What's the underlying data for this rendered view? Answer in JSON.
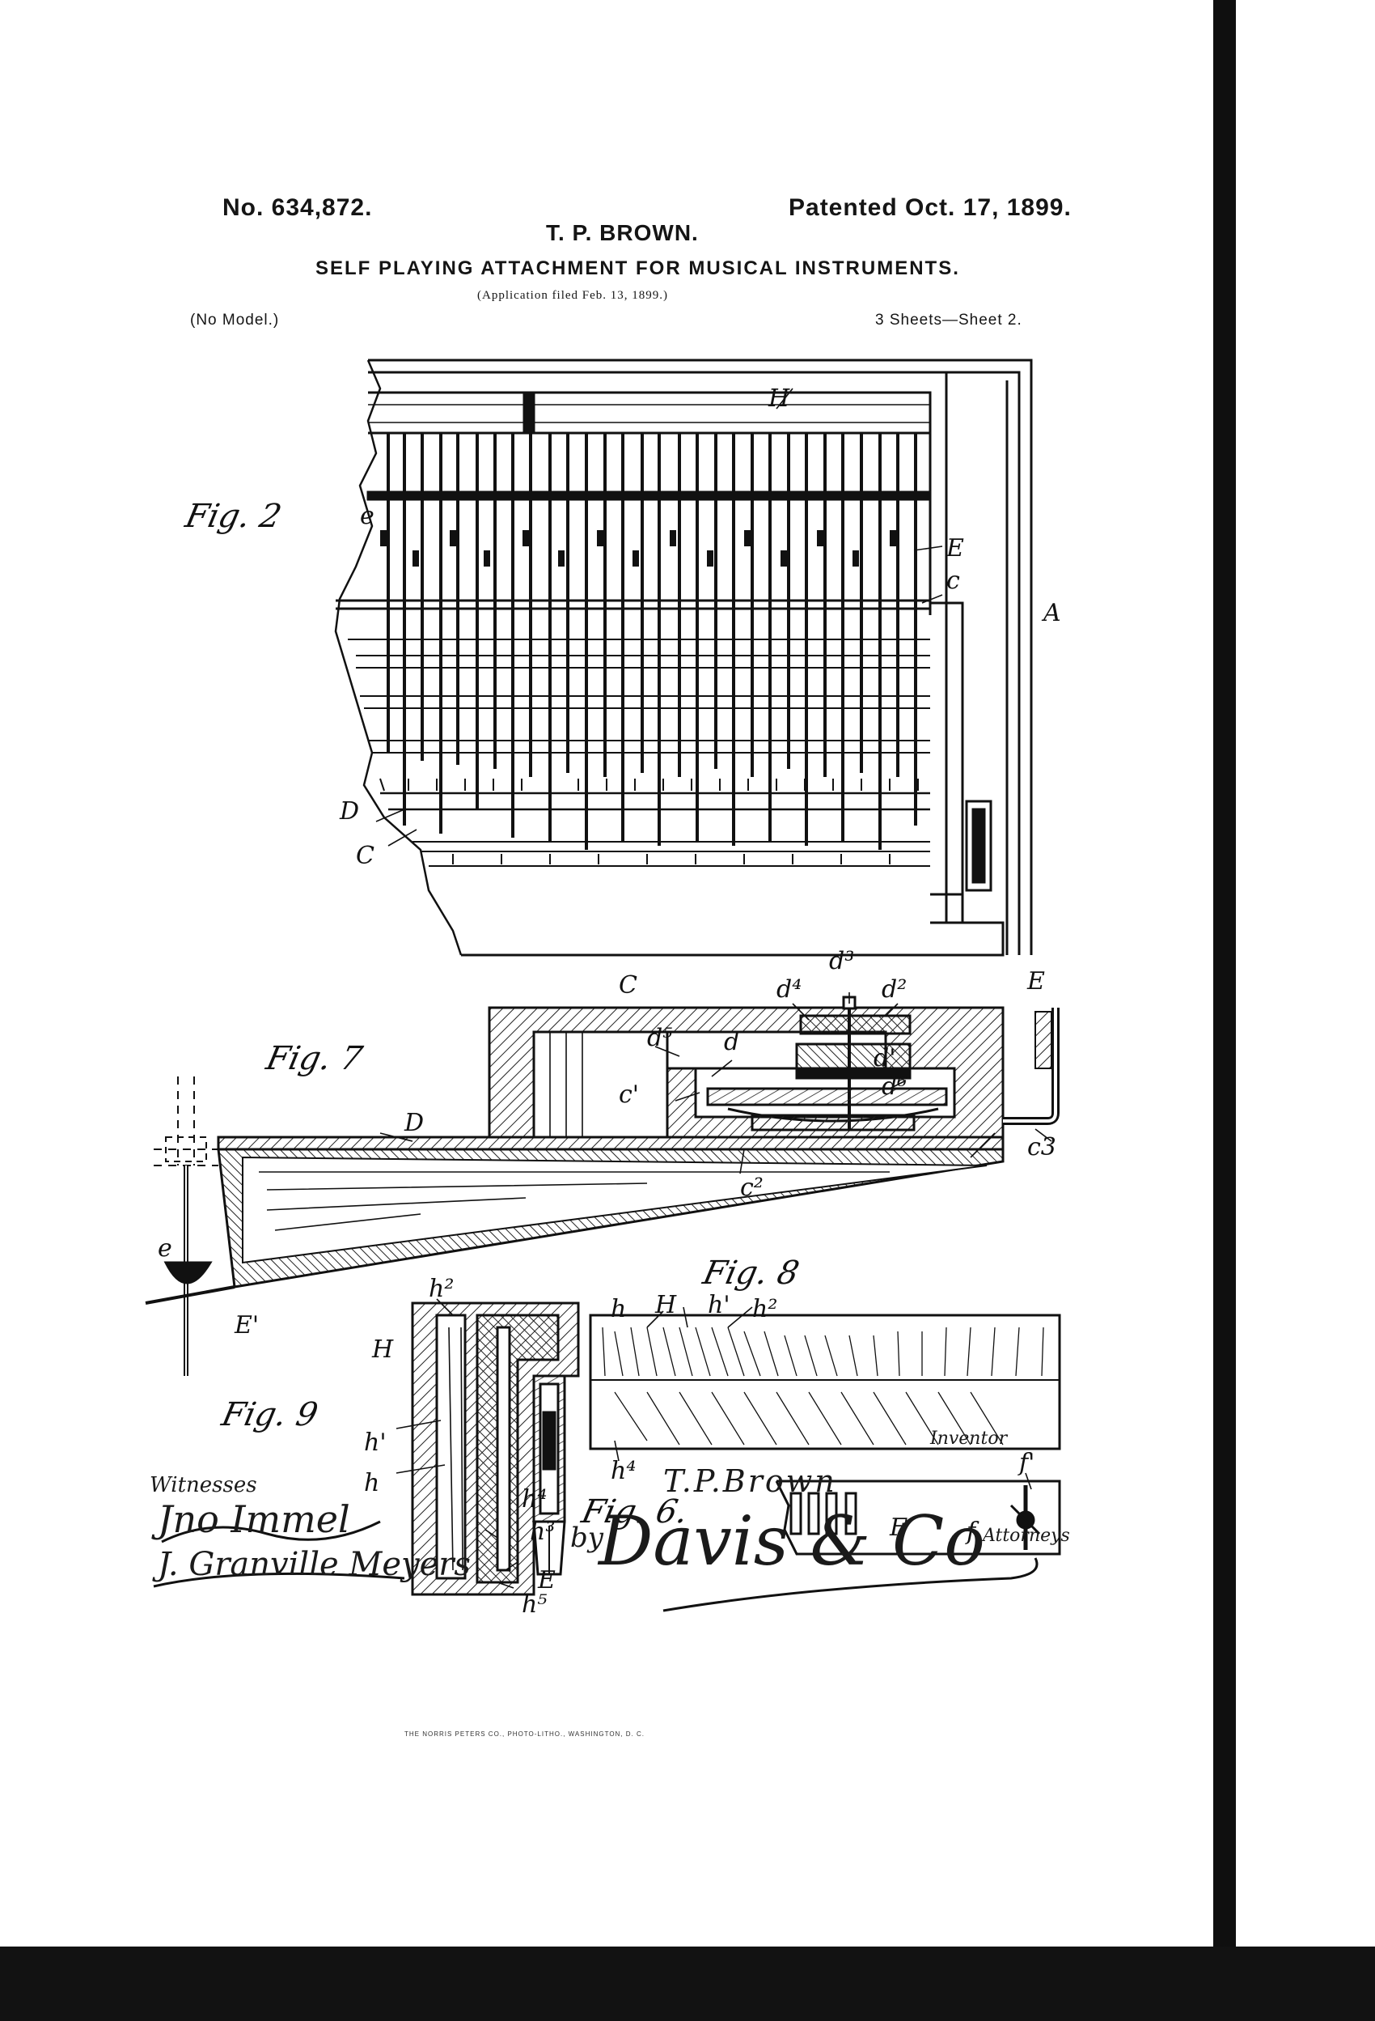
{
  "header": {
    "patent_number": "No. 634,872.",
    "patent_date": "Patented Oct. 17, 1899.",
    "inventor": "T. P. BROWN.",
    "title": "SELF PLAYING ATTACHMENT FOR MUSICAL INSTRUMENTS.",
    "application": "(Application filed Feb. 13, 1899.)",
    "model": "(No Model.)",
    "sheets": "3 Sheets—Sheet 2."
  },
  "figures": {
    "fig2": "Fig. 2",
    "fig7": "Fig. 7",
    "fig8": "Fig. 8",
    "fig9": "Fig. 9",
    "fig6": "Fig. 6."
  },
  "reference_letters": {
    "H": "H",
    "E": "E",
    "c": "c",
    "A": "A",
    "D": "D",
    "C": "C",
    "e": "e",
    "c_big": "C",
    "d3": "d³",
    "d4": "d⁴",
    "d2": "d²",
    "E7": "E",
    "d5": "d⁵",
    "d": "d",
    "d1": "d'",
    "c1": "c'",
    "d6": "d⁶",
    "D7": "D",
    "c3": "c3",
    "e7": "e",
    "c2": "c²",
    "E1": "E'",
    "h2": "h²",
    "H9": "H",
    "h1": "h'",
    "h": "h",
    "E9": "E",
    "h4": "h⁴",
    "h3": "h³",
    "h5": "h⁵",
    "h8": "h",
    "H8": "H",
    "h18": "h'",
    "h28": "h²",
    "h48": "h⁴",
    "f1": "f'",
    "F": "F",
    "f": "f"
  },
  "signatures": {
    "witnesses_label": "Witnesses",
    "witness1": "Jno Immel",
    "witness2": "J. Granville Meyers",
    "inventor_label": "Inventor",
    "inventor_name": "T.P.Brown",
    "by": "by",
    "attorney_name": "Davis & Co",
    "attorneys_label": "Attorneys"
  },
  "footer": "THE NORRIS PETERS CO., PHOTO-LITHO., WASHINGTON, D. C."
}
